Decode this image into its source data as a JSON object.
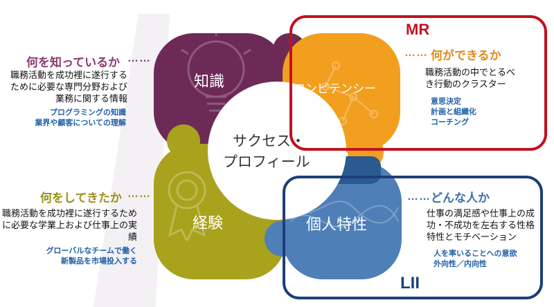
{
  "center_label_line1": "サクセス・",
  "center_label_line2": "プロフィール",
  "pieces": {
    "knowledge": {
      "label": "知識",
      "color": "#6e2a57"
    },
    "competency": {
      "label": "コンピテンシー",
      "color": "#f29f1f"
    },
    "experience": {
      "label": "経験",
      "color": "#a9a21c"
    },
    "traits": {
      "label": "個人特性",
      "color": "#4f7fb7"
    },
    "connector_color": "#2a5a8f"
  },
  "frames": {
    "mr": {
      "label": "MR",
      "color": "#c1121f"
    },
    "lii": {
      "label": "LII",
      "color": "#1d3f78"
    }
  },
  "annotations": {
    "knowledge": {
      "dots": "……",
      "heading": "何を知っているか",
      "body": "職務活動を成功裡に遂行するために必要な専門分野および業務に関する情報",
      "examples": [
        "プログラミングの知識",
        "業界や顧客についての理解"
      ]
    },
    "competency": {
      "dots": "……",
      "heading": "何ができるか",
      "body": "職務活動の中でとるべき行動のクラスター",
      "examples": [
        "意思決定",
        "計画と組織化",
        "コーチング"
      ]
    },
    "experience": {
      "dots": "……",
      "heading": "何をしてきたか",
      "body": "職務活動を成功裡に遂行するために必要な学業上および仕事上の実績",
      "examples": [
        "グローバルなチームで働く",
        "新製品を市場投入する"
      ]
    },
    "traits": {
      "dots": "……",
      "heading": "どんな人か",
      "body": "仕事の満足感や仕事上の成功・不成功を左右する性格特性とモチベーション",
      "examples": [
        "人を率いることへの意欲",
        "外向性／内向性"
      ]
    }
  },
  "colors": {
    "heading": "#8b3a6e",
    "heading_orange": "#e08a12",
    "heading_olive": "#9a8f16",
    "heading_blue": "#3d6fa8",
    "example": "#1f5fa8"
  }
}
